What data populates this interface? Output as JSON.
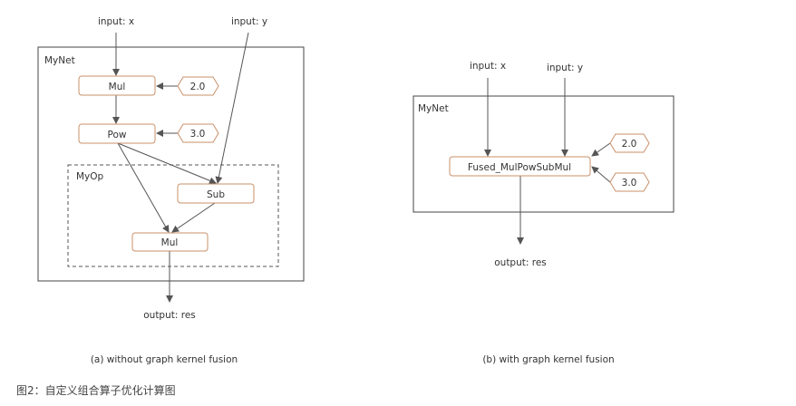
{
  "colors": {
    "node_border": "#c8906a",
    "edge": "#555555",
    "frame": "#444444",
    "text": "#333333"
  },
  "left": {
    "input_x": "input: x",
    "input_y": "input: y",
    "frame_label": "MyNet",
    "subgraph_label": "MyOp",
    "nodes": {
      "mul1": "Mul",
      "pow": "Pow",
      "sub": "Sub",
      "mul2": "Mul"
    },
    "constants": {
      "c1": "2.0",
      "c2": "3.0"
    },
    "output": "output: res",
    "subtitle": "(a) without graph kernel fusion"
  },
  "right": {
    "input_x": "input: x",
    "input_y": "input: y",
    "frame_label": "MyNet",
    "nodes": {
      "fused": "Fused_MulPowSubMul"
    },
    "constants": {
      "c1": "2.0",
      "c2": "3.0"
    },
    "output": "output: res",
    "subtitle": "(b) with graph kernel fusion"
  },
  "caption": "图2：自定义组合算子优化计算图"
}
